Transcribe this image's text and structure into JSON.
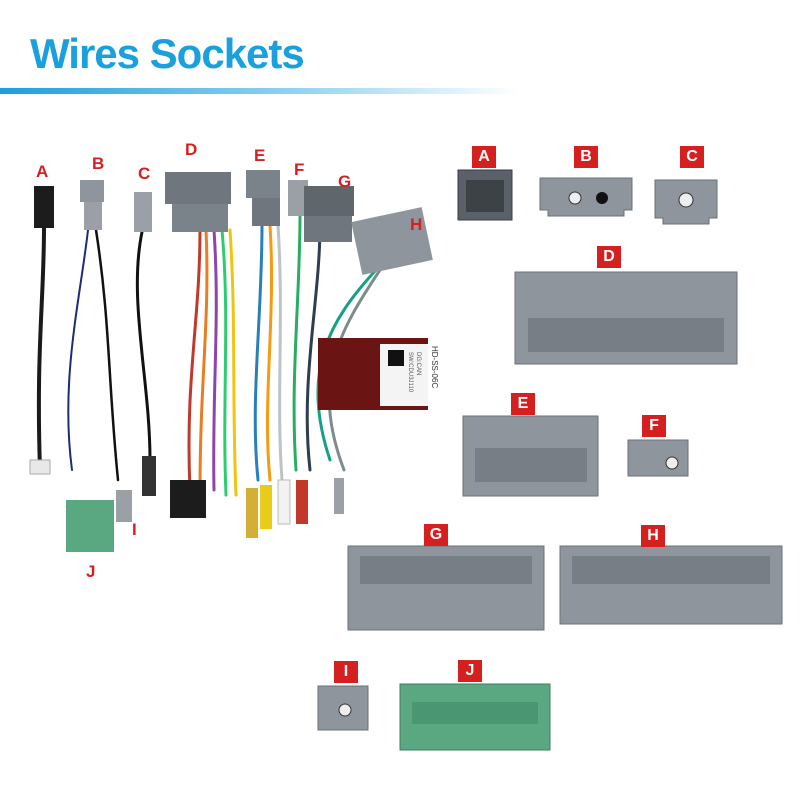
{
  "title": "Wires Sockets",
  "harness_labels": [
    "A",
    "B",
    "C",
    "D",
    "E",
    "F",
    "G",
    "H",
    "I",
    "J"
  ],
  "connector_tags": [
    "A",
    "B",
    "C",
    "D",
    "E",
    "F",
    "G",
    "H",
    "I",
    "J"
  ],
  "module_text": [
    "HD-SS-06C",
    "SW:CDU3J110",
    "DG:CAN"
  ],
  "colors": {
    "title": "#1aa0dd",
    "label_red": "#d6201f",
    "connector_grey": "#8e959c",
    "connector_green": "#5aa882"
  }
}
